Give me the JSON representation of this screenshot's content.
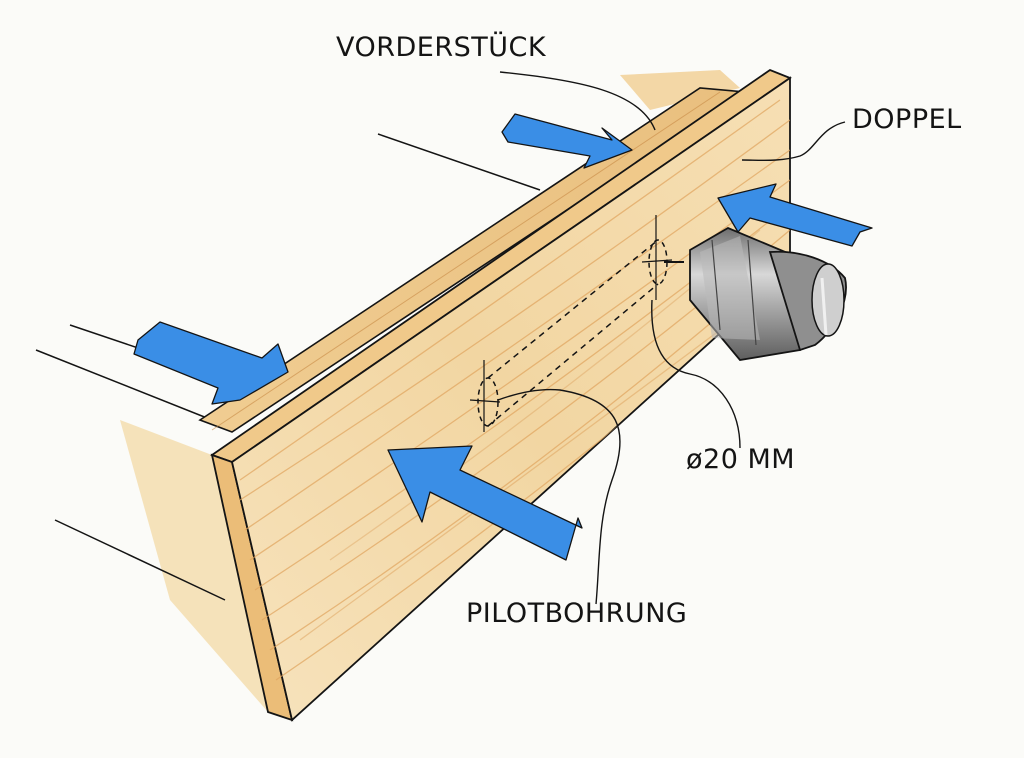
{
  "labels": {
    "vorderstueck": "VORDERSTÜCK",
    "doppel": "DOPPEL",
    "diameter": "ø20 MM",
    "pilotbohrung": "PILOTBOHRUNG"
  },
  "icons": {
    "drill_chuck": "drill-chuck-icon",
    "arrows": "blue-arrow-icon"
  },
  "colors": {
    "paper": "#fbfbf8",
    "wood_light": "#f4dcae",
    "wood_mid": "#ecc588",
    "wood_grain": "#e0a45e",
    "arrow_blue": "#3a8ee6",
    "ink": "#141414",
    "metal": "#9a9a9a"
  }
}
